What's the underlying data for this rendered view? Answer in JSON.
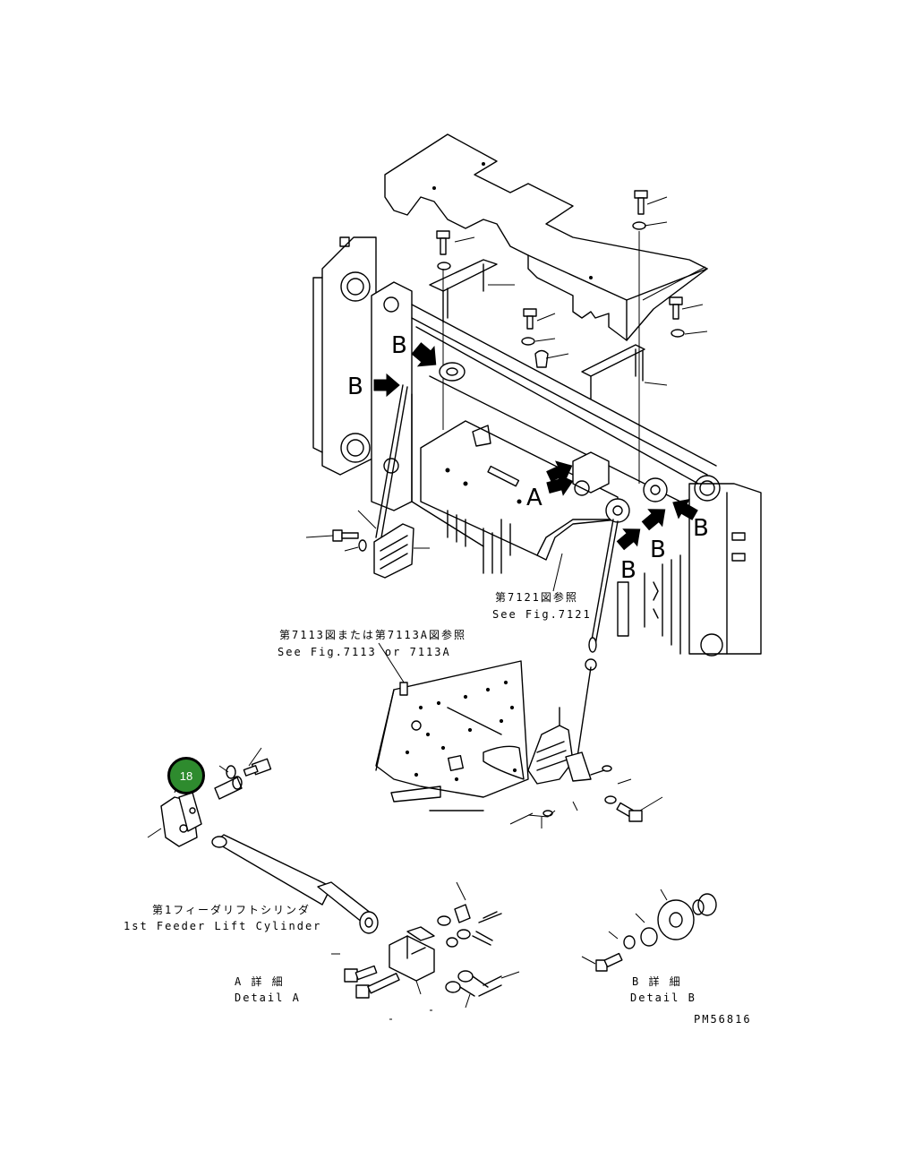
{
  "labels": {
    "fig7121_jp": "第7121図参照",
    "fig7121_en": "See Fig.7121",
    "fig7113_jp": "第7113図または第7113A図参照",
    "fig7113_en": "See Fig.7113 or 7113A",
    "cylinder_jp": "第1フィーダリフトシリンダ",
    "cylinder_en": "1st Feeder Lift Cylinder",
    "detail_a_jp": "A 詳 細",
    "detail_a_en": "Detail A",
    "detail_b_jp": "B 詳 細",
    "detail_b_en": "Detail B",
    "code": "PM56816"
  },
  "view_markers": [
    "A",
    "B",
    "B",
    "B",
    "B",
    "B"
  ],
  "callout": {
    "number": "18",
    "color": "#2e8b2e"
  }
}
